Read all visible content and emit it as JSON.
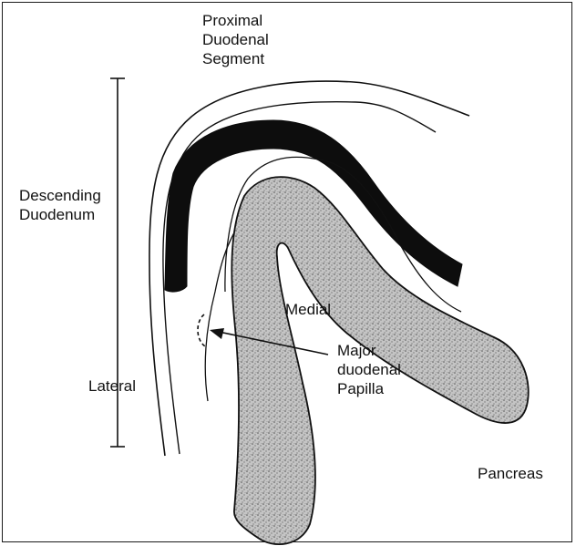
{
  "labels": {
    "proximal": [
      "Proximal",
      "Duodenal",
      "Segment"
    ],
    "descending": [
      "Descending",
      "Duodenum"
    ],
    "lateral": "Lateral",
    "medial": "Medial",
    "papilla": [
      "Major",
      "duodenal",
      "Papilla"
    ],
    "pancreas": "Pancreas"
  },
  "colors": {
    "ink": "#111111",
    "pancreas_fill": "#bdbdbd",
    "mucosa_band": "#0d0d0d",
    "background": "#ffffff"
  }
}
